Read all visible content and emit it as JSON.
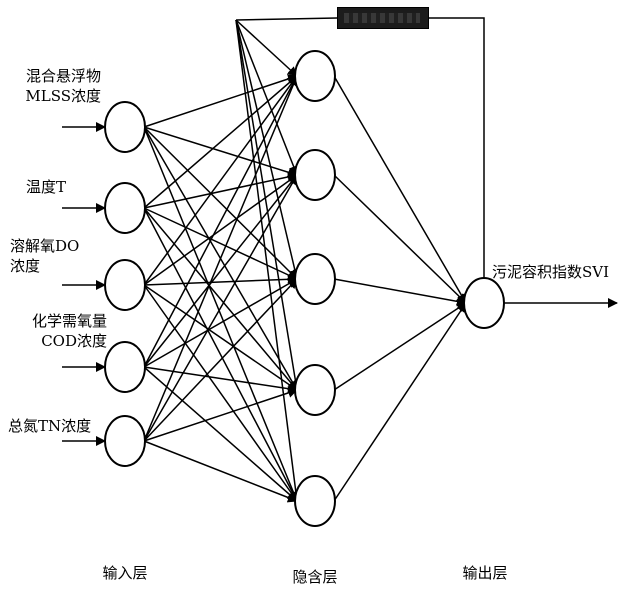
{
  "inputs": [
    {
      "line1": "混合悬浮物",
      "line2": "MLSS浓度"
    },
    {
      "line1": "温度T",
      "line2": ""
    },
    {
      "line1": "溶解氧DO",
      "line2": "浓度"
    },
    {
      "line1": "化学需氧量",
      "line2": "COD浓度"
    },
    {
      "line1": "总氮TN浓度",
      "line2": ""
    }
  ],
  "output_label": "污泥容积指数SVI",
  "layers": {
    "input": "输入层",
    "hidden": "隐含层",
    "output": "输出层"
  },
  "counts": {
    "input": 5,
    "hidden": 5,
    "output": 1
  }
}
